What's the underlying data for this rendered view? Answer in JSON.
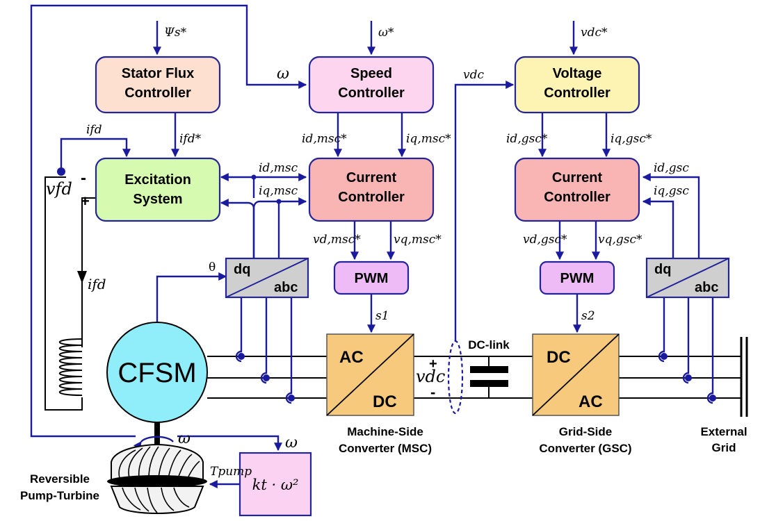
{
  "blocks": {
    "stator_flux": "Stator Flux Controller",
    "speed": "Speed Controller",
    "voltage": "Voltage Controller",
    "excitation": "Excitation System",
    "current_msc": "Current Controller",
    "current_gsc": "Current Controller",
    "pwm_msc": "PWM",
    "pwm_gsc": "PWM",
    "dq_msc": "dq",
    "abc_msc": "abc",
    "dq_gsc": "dq",
    "abc_gsc": "abc",
    "msc_ac": "AC",
    "msc_dc": "DC",
    "gsc_dc": "DC",
    "gsc_ac": "AC",
    "machine": "CFSM",
    "torque_model": "kt · ω²"
  },
  "signals": {
    "psi_ref": "Ψs*",
    "omega_ref": "ω*",
    "vdc_ref": "vdc*",
    "omega_speed": "ω",
    "vdc_meas": "vdc",
    "ifd_fb": "ifd",
    "ifd_ref": "ifd*",
    "id_msc_ref": "id,msc*",
    "iq_msc_ref": "iq,msc*",
    "id_gsc_ref": "id,gsc*",
    "iq_gsc_ref": "iq,gsc*",
    "id_msc": "id,msc",
    "iq_msc": "iq,msc",
    "id_gsc": "id,gsc",
    "iq_gsc": "iq,gsc",
    "vd_msc_ref": "vd,msc*",
    "vq_msc_ref": "vq,msc*",
    "vd_gsc_ref": "vd,gsc*",
    "vq_gsc_ref": "vq,gsc*",
    "theta": "θ",
    "s1": "s1",
    "s2": "s2",
    "vfd": "vfd",
    "vfd_minus": "-",
    "vfd_plus": "+",
    "ifd_field": "ifd",
    "vdc_link": "vdc",
    "vdc_plus": "+",
    "vdc_minus": "-",
    "omega_shaft": "ω",
    "omega_model": "ω",
    "t_pump": "Tpump"
  },
  "captions": {
    "dc_link": "DC-link",
    "msc_line1": "Machine-Side",
    "msc_line2": "Converter (MSC)",
    "gsc_line1": "Grid-Side",
    "gsc_line2": "Converter (GSC)",
    "grid_line1": "External",
    "grid_line2": "Grid",
    "pump_line1": "Reversible",
    "pump_line2": "Pump-Turbine"
  },
  "colors": {
    "flux_fill": "#fde0cf",
    "speed_fill": "#fdd5ef",
    "voltage_fill": "#fdf3b2",
    "excitation_fill": "#d6fbb0",
    "current_fill": "#f9b4b4",
    "pwm_fill": "#eebbf6",
    "transform_fill": "#cfcfcf",
    "converter_fill": "#f6c97d",
    "machine_fill": "#8feef9",
    "torque_fill": "#fcd2f2",
    "wire": "#1a1a9e"
  }
}
